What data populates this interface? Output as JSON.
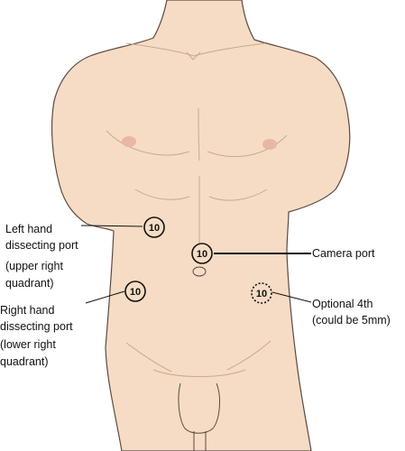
{
  "colors": {
    "skin": "#f6dcc4",
    "skin_outline": "#5b4a42",
    "detail_line": "#c7a992",
    "nipple": "#eab6a6",
    "leader": "#111111"
  },
  "ports": {
    "left_hand": "10",
    "camera": "10",
    "right_hand": "10",
    "optional": "10"
  },
  "labels": {
    "left_hand": [
      "Left hand",
      "dissecting port",
      "(upper right",
      "quadrant)"
    ],
    "camera": [
      "Camera port"
    ],
    "right_hand": [
      "Right hand",
      "dissecting port",
      "(lower right",
      "quadrant)"
    ],
    "optional": [
      "Optional 4th",
      "(could be 5mm)"
    ]
  }
}
